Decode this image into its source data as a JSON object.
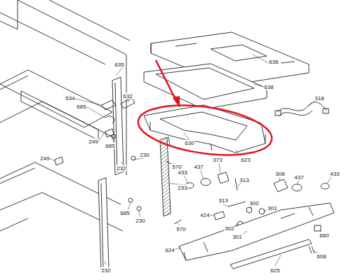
{
  "diagram": {
    "labels": [
      "636",
      "635",
      "638",
      "318",
      "534",
      "632",
      "685",
      "630",
      "249",
      "685",
      "249",
      "230",
      "232",
      "570",
      "623",
      "433",
      "437",
      "373",
      "308",
      "437",
      "433",
      "313",
      "233",
      "313",
      "302",
      "301",
      "424",
      "302",
      "301",
      "685",
      "230",
      "570",
      "660",
      "608",
      "232",
      "624",
      "625"
    ]
  }
}
